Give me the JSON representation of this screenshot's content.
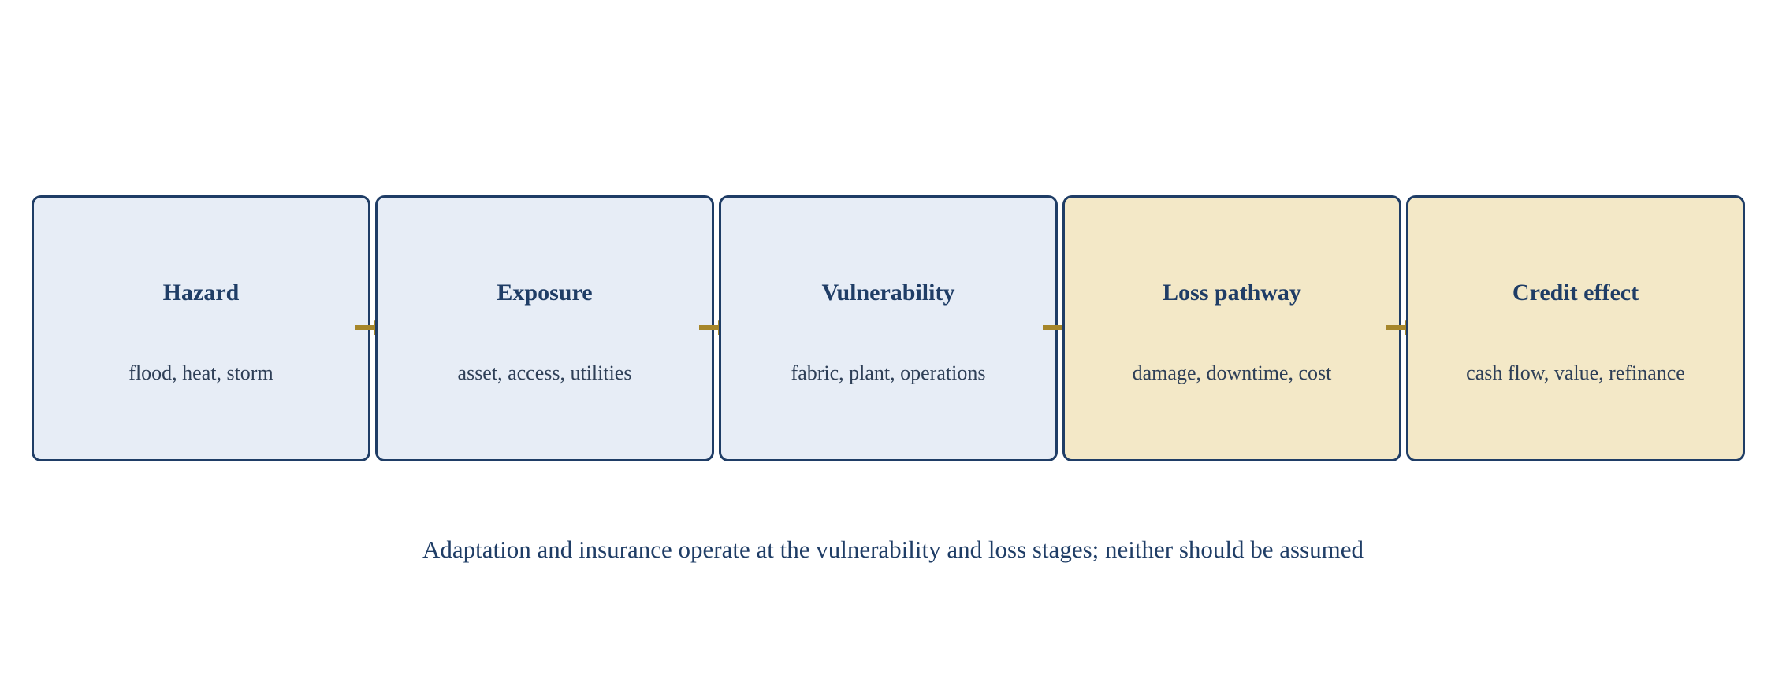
{
  "stages": [
    {
      "title": "Hazard",
      "subtitle": "flood, heat, storm",
      "fill": "#e7edf6"
    },
    {
      "title": "Exposure",
      "subtitle": "asset, access, utilities",
      "fill": "#e7edf6"
    },
    {
      "title": "Vulnerability",
      "subtitle": "fabric, plant, operations",
      "fill": "#e7edf6"
    },
    {
      "title": "Loss pathway",
      "subtitle": "damage, downtime, cost",
      "fill": "#f3e8c7"
    },
    {
      "title": "Credit effect",
      "subtitle": "cash flow, value, refinance",
      "fill": "#f3e8c7"
    }
  ],
  "caption": "Adaptation and insurance operate at the vulnerability and loss stages; neither should be assumed",
  "colors": {
    "border": "#1f3d66",
    "arrow": "#a6862a",
    "text": "#1f3d66"
  }
}
